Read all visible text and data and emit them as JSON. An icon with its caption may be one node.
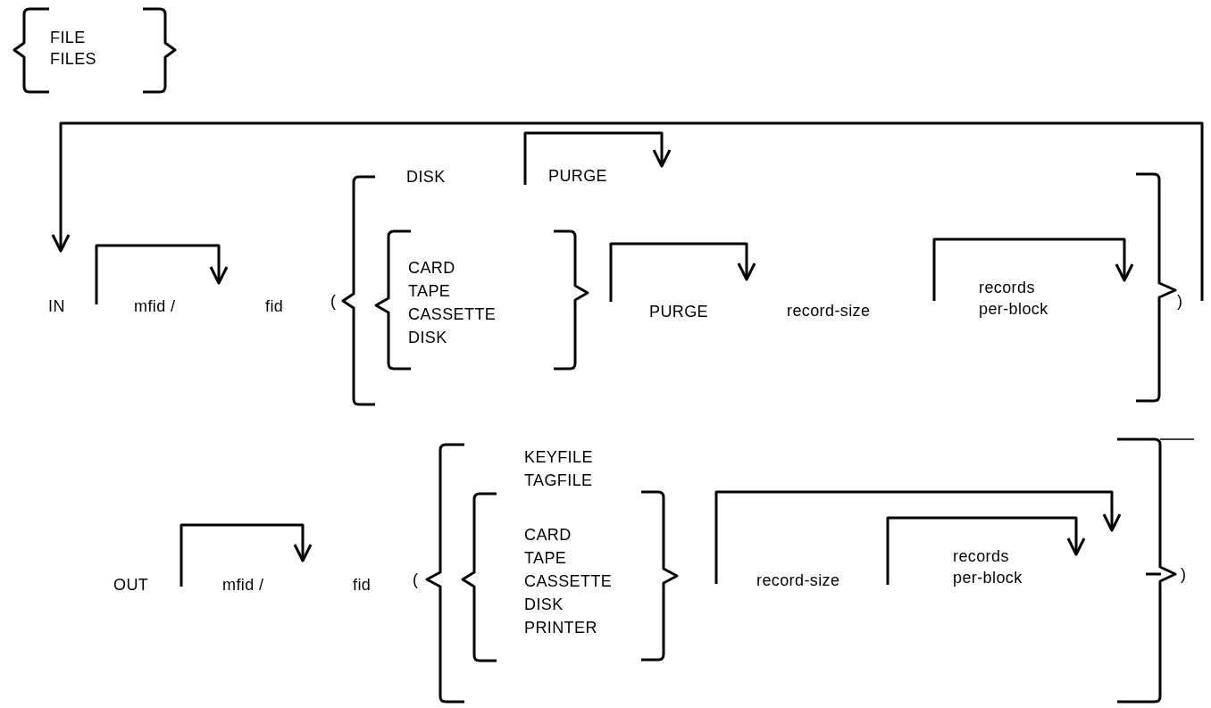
{
  "diagram": {
    "labels": [
      "FILE",
      "FILES",
      "DISK",
      "PURGE",
      "IN",
      "mfid /",
      "fid",
      "(",
      "CARD",
      "TAPE",
      "CASSETTE",
      "DISK",
      "PURGE",
      "record-size",
      "records per-block",
      ")",
      "KEYFILE",
      "TAGFILE",
      "OUT",
      "mfid /",
      "fid",
      "(",
      "CARD",
      "TAPE",
      "CASSETTE",
      "DISK",
      "PRINTER",
      "record-size",
      "records per-block",
      ")"
    ]
  }
}
